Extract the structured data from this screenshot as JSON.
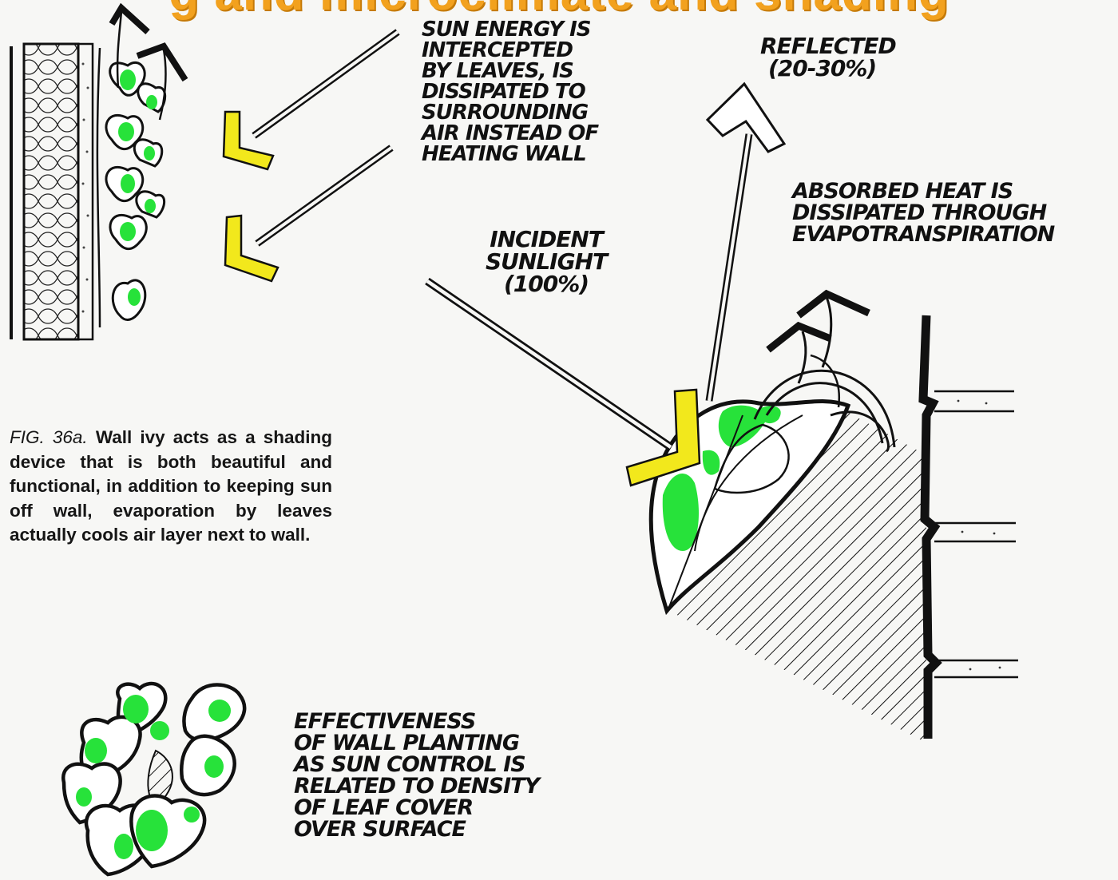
{
  "title": "g and microclimate and shading",
  "labels": {
    "sun_energy": [
      "SUN ENERGY IS",
      "INTERCEPTED",
      "BY LEAVES, IS",
      "DISSIPATED TO",
      "SURROUNDING",
      "AIR INSTEAD OF",
      "HEATING WALL"
    ],
    "reflected": [
      "REFLECTED",
      "(20-30%)"
    ],
    "absorbed": [
      "ABSORBED HEAT IS",
      "DISSIPATED THROUGH",
      "EVAPOTRANSPIRATION"
    ],
    "incident": [
      "INCIDENT",
      "SUNLIGHT",
      "(100%)"
    ],
    "effectiveness": [
      "EFFECTIVENESS",
      "OF WALL PLANTING",
      "AS SUN CONTROL IS",
      "RELATED TO DENSITY",
      "OF LEAF COVER",
      "OVER SURFACE"
    ]
  },
  "caption": {
    "figure_ref": "FIG. 36a.",
    "text": "Wall ivy acts as a shading device that is both beautiful and functional, in addition to keeping sun off wall, evaporation by leaves actually cools air layer next to wall."
  },
  "colors": {
    "title": "#f2a11e",
    "sun_arrow": "#f2e81c",
    "leaf_highlight": "#27e23a",
    "ink": "#111111"
  }
}
